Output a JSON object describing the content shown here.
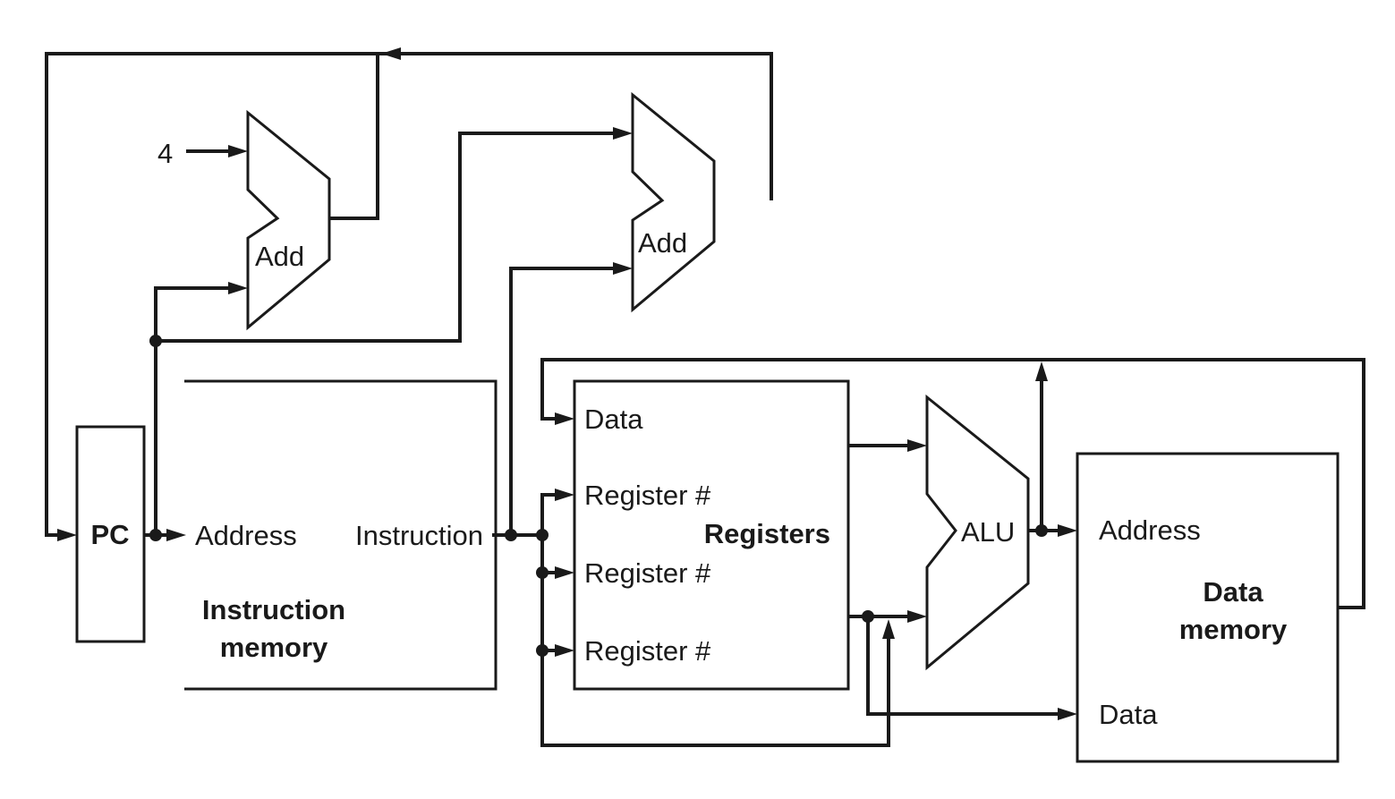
{
  "constant_input": "4",
  "pc": {
    "label": "PC"
  },
  "pc_adder": {
    "label": "Add"
  },
  "branch_adder": {
    "label": "Add"
  },
  "instruction_memory": {
    "address_label": "Address",
    "output_label": "Instruction",
    "title_line1": "Instruction",
    "title_line2": "memory"
  },
  "registers": {
    "title": "Registers",
    "ports": [
      "Data",
      "Register #",
      "Register #",
      "Register #"
    ]
  },
  "alu": {
    "label": "ALU"
  },
  "data_memory": {
    "address_label": "Address",
    "data_label": "Data",
    "title_line1": "Data",
    "title_line2": "memory"
  }
}
